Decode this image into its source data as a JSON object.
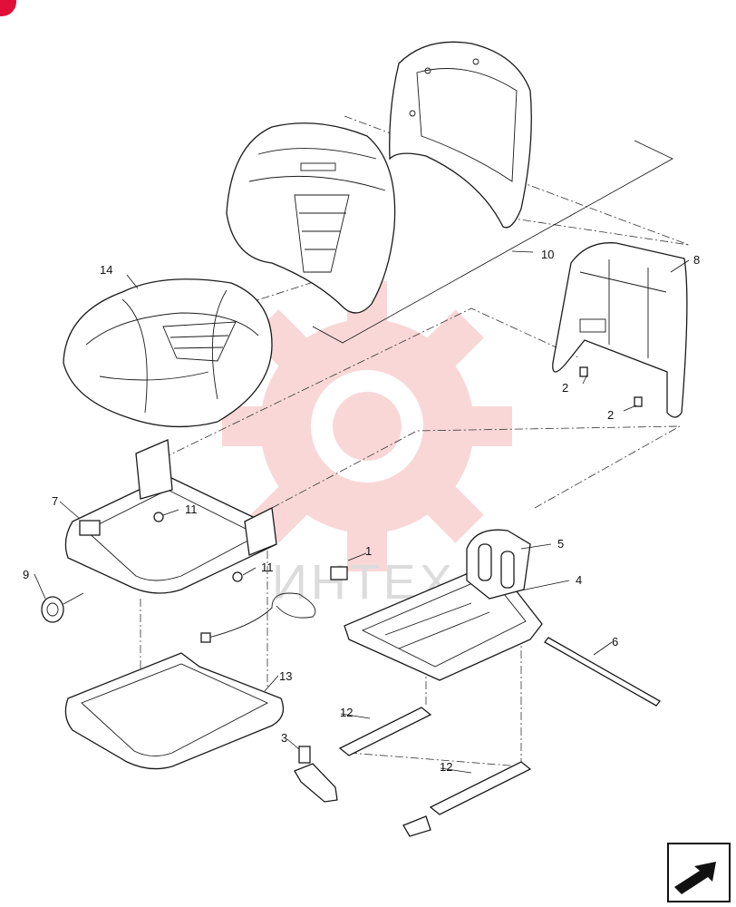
{
  "watermark": {
    "text": "ИНТЕХ",
    "color": "#f5b8b8"
  },
  "corner_badge": {
    "color": "#e0103a"
  },
  "callouts": {
    "c1": "1",
    "c2a": "2",
    "c2b": "2",
    "c3": "3",
    "c4": "4",
    "c5": "5",
    "c6": "6",
    "c7": "7",
    "c8": "8",
    "c9": "9",
    "c10": "10",
    "c11a": "11",
    "c11b": "11",
    "c12a": "12",
    "c12b": "12",
    "c13": "13",
    "c14": "14"
  },
  "nav_icon": {
    "name": "next-page-arrow-icon"
  }
}
